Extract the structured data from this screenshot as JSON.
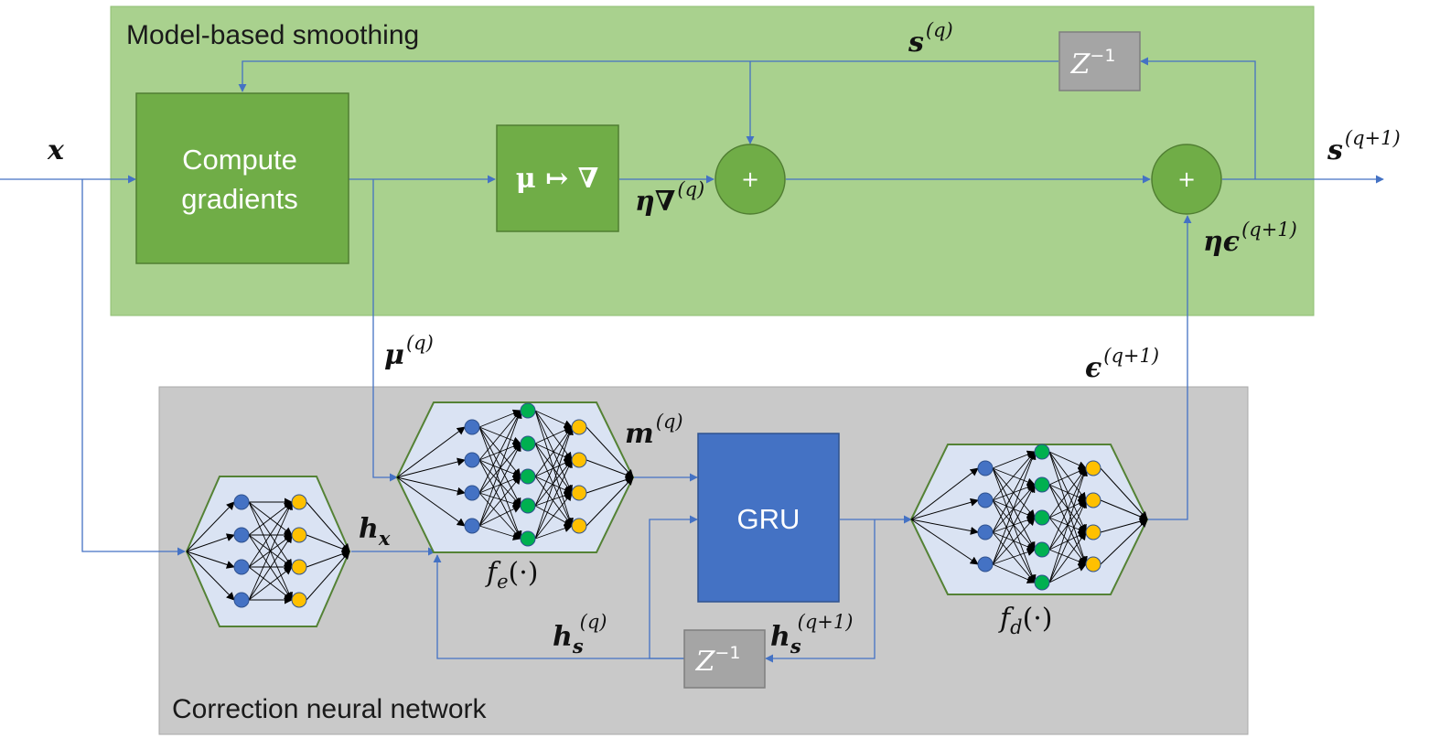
{
  "modules": {
    "smoothing_label": "Model-based smoothing",
    "correction_label": "Correction neural network"
  },
  "blocks": {
    "compute_line1": "Compute",
    "compute_line2": "gradients",
    "mu_map": "μ ↦ ∇",
    "gru": "GRU",
    "plus": "+",
    "delay_top": "Z",
    "delay_bottom": "Z",
    "delay_exp": "−1"
  },
  "signals": {
    "x": "x",
    "s_q_base": "s",
    "s_q_sup": "(q)",
    "s_next_base": "s",
    "s_next_sup": "(q+1)",
    "eta_grad_base": "η∇",
    "eta_grad_sup": "(q)",
    "eta_eps_base": "ηϵ",
    "eta_eps_sup": "(q+1)",
    "mu_base": "μ",
    "mu_sup": "(q)",
    "eps_base": "ϵ",
    "eps_sup": "(q+1)",
    "m_base": "m",
    "m_sup": "(q)",
    "hx_base": "h",
    "hx_sub": "x",
    "hs_q_base": "h",
    "hs_q_sub": "s",
    "hs_q_sup": "(q)",
    "hs_next_base": "h",
    "hs_next_sub": "s",
    "hs_next_sup": "(q+1)",
    "fe": "f",
    "fe_sub": "e",
    "fe_arg": "(·)",
    "fd": "f",
    "fd_sub": "d",
    "fd_arg": "(·)"
  },
  "colors": {
    "smoothing_bg": "#a9d18e",
    "correction_bg": "#c9c9c9",
    "green_block": "#70ad47",
    "blue_block": "#4472c4",
    "delay_block": "#a5a5a5",
    "wire": "#4472c4",
    "net_bg": "#dae3f3",
    "node_blue": "#4472c4",
    "node_green": "#00b050",
    "node_yellow": "#ffc000"
  }
}
